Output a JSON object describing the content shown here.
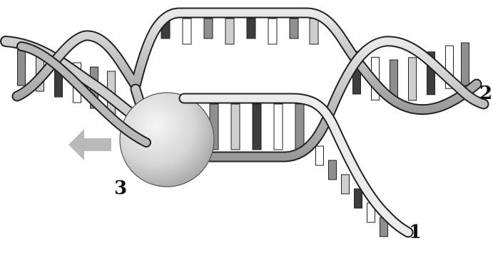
{
  "labels": {
    "one": "1",
    "two": "2",
    "three": "3"
  },
  "colors": {
    "strand_fill": "#b4b4b4",
    "strand_light": "#ececec",
    "strand_outline": "#222222",
    "rung_dark": "#3d3d3d",
    "rung_mid": "#8f8f8f",
    "rung_light": "#cfcfcf",
    "rung_white": "#ffffff",
    "arrow": "#b9b9b9",
    "enzyme": "#d2d2d2"
  },
  "icons": {
    "arrow": "left-arrow-icon",
    "enzyme": "sphere-icon"
  }
}
